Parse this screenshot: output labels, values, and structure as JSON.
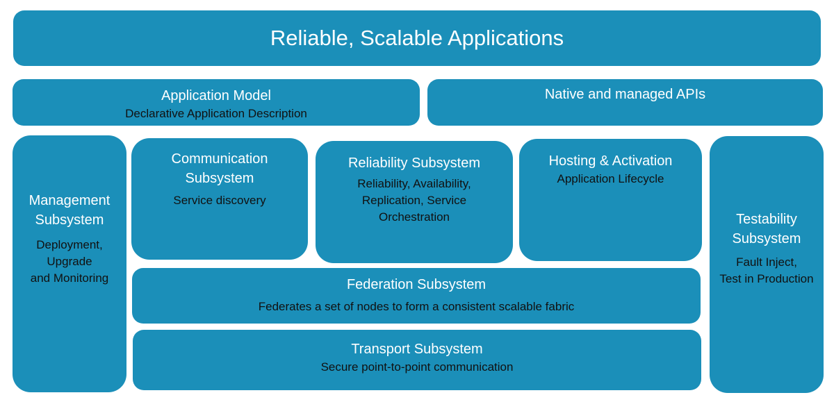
{
  "top": {
    "title": "Reliable, Scalable Applications"
  },
  "app_model": {
    "title": "Application Model",
    "subtitle": "Declarative Application Description"
  },
  "apis": {
    "title": "Native and managed APIs"
  },
  "management": {
    "title_line1": "Management",
    "title_line2": "Subsystem",
    "desc_line1": "Deployment,",
    "desc_line2": "Upgrade",
    "desc_line3": "and Monitoring"
  },
  "communication": {
    "title_line1": "Communication",
    "title_line2": "Subsystem",
    "desc": "Service discovery"
  },
  "reliability": {
    "title": "Reliability Subsystem",
    "desc_line1": "Reliability, Availability,",
    "desc_line2": "Replication, Service",
    "desc_line3": "Orchestration"
  },
  "hosting": {
    "title": "Hosting & Activation",
    "desc": "Application Lifecycle"
  },
  "testability": {
    "title_line1": "Testability",
    "title_line2": "Subsystem",
    "desc_line1": "Fault Inject,",
    "desc_line2": "Test in Production"
  },
  "federation": {
    "title": "Federation Subsystem",
    "desc": "Federates a set of nodes to form a consistent scalable fabric"
  },
  "transport": {
    "title": "Transport Subsystem",
    "desc": "Secure point-to-point communication"
  },
  "colors": {
    "block_fill": "#1b8fb9",
    "title_text": "#ffffff",
    "desc_text": "#111111"
  }
}
